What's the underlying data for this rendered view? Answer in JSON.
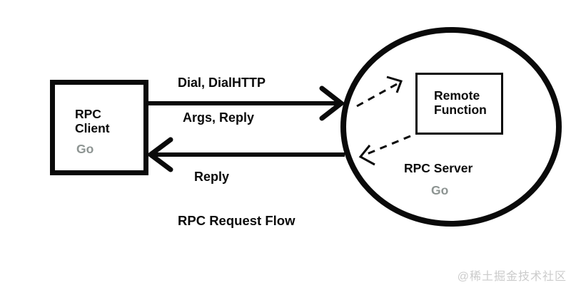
{
  "diagram": {
    "title": "RPC Request Flow",
    "client": {
      "label": "RPC\nClient",
      "runtime": "Go"
    },
    "server": {
      "label": "RPC Server",
      "runtime": "Go",
      "remote_function_label": "Remote\nFunction"
    },
    "arrows": {
      "request_label_top": "Dial, DialHTTP",
      "request_label_bottom": "Args, Reply",
      "reply_label": "Reply"
    },
    "colors": {
      "line": "#0a0a0a",
      "go_gray": "#8d9492",
      "watermark_gray": "#cbcbcb",
      "background": "#ffffff"
    }
  },
  "watermark": "@稀土掘金技术社区"
}
